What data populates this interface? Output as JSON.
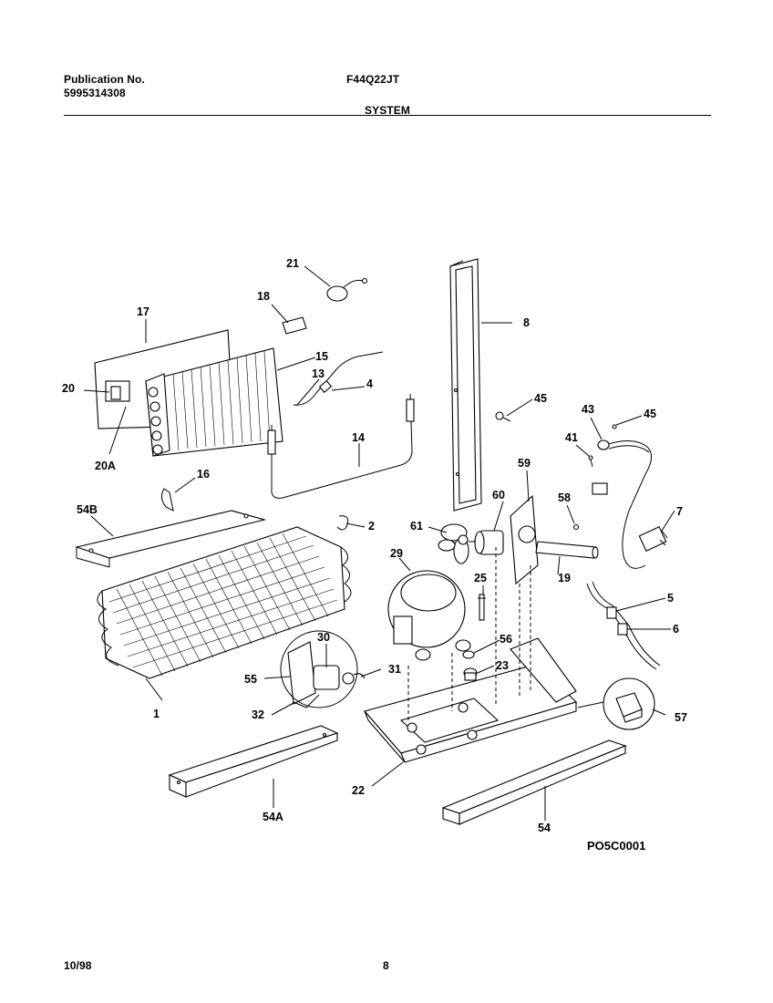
{
  "header": {
    "publication_label": "Publication No.",
    "publication_number": "5995314308",
    "model": "F44Q22JT",
    "section": "SYSTEM"
  },
  "footer": {
    "date": "10/98",
    "page": "8"
  },
  "diagram": {
    "code": "PO5C0001",
    "callouts": [
      "21",
      "18",
      "17",
      "15",
      "13",
      "4",
      "20",
      "20A",
      "14",
      "16",
      "54B",
      "2",
      "1",
      "8",
      "45",
      "45",
      "43",
      "41",
      "59",
      "60",
      "61",
      "58",
      "7",
      "29",
      "25",
      "19",
      "5",
      "6",
      "56",
      "23",
      "30",
      "55",
      "31",
      "32",
      "57",
      "22",
      "54A",
      "54"
    ]
  }
}
